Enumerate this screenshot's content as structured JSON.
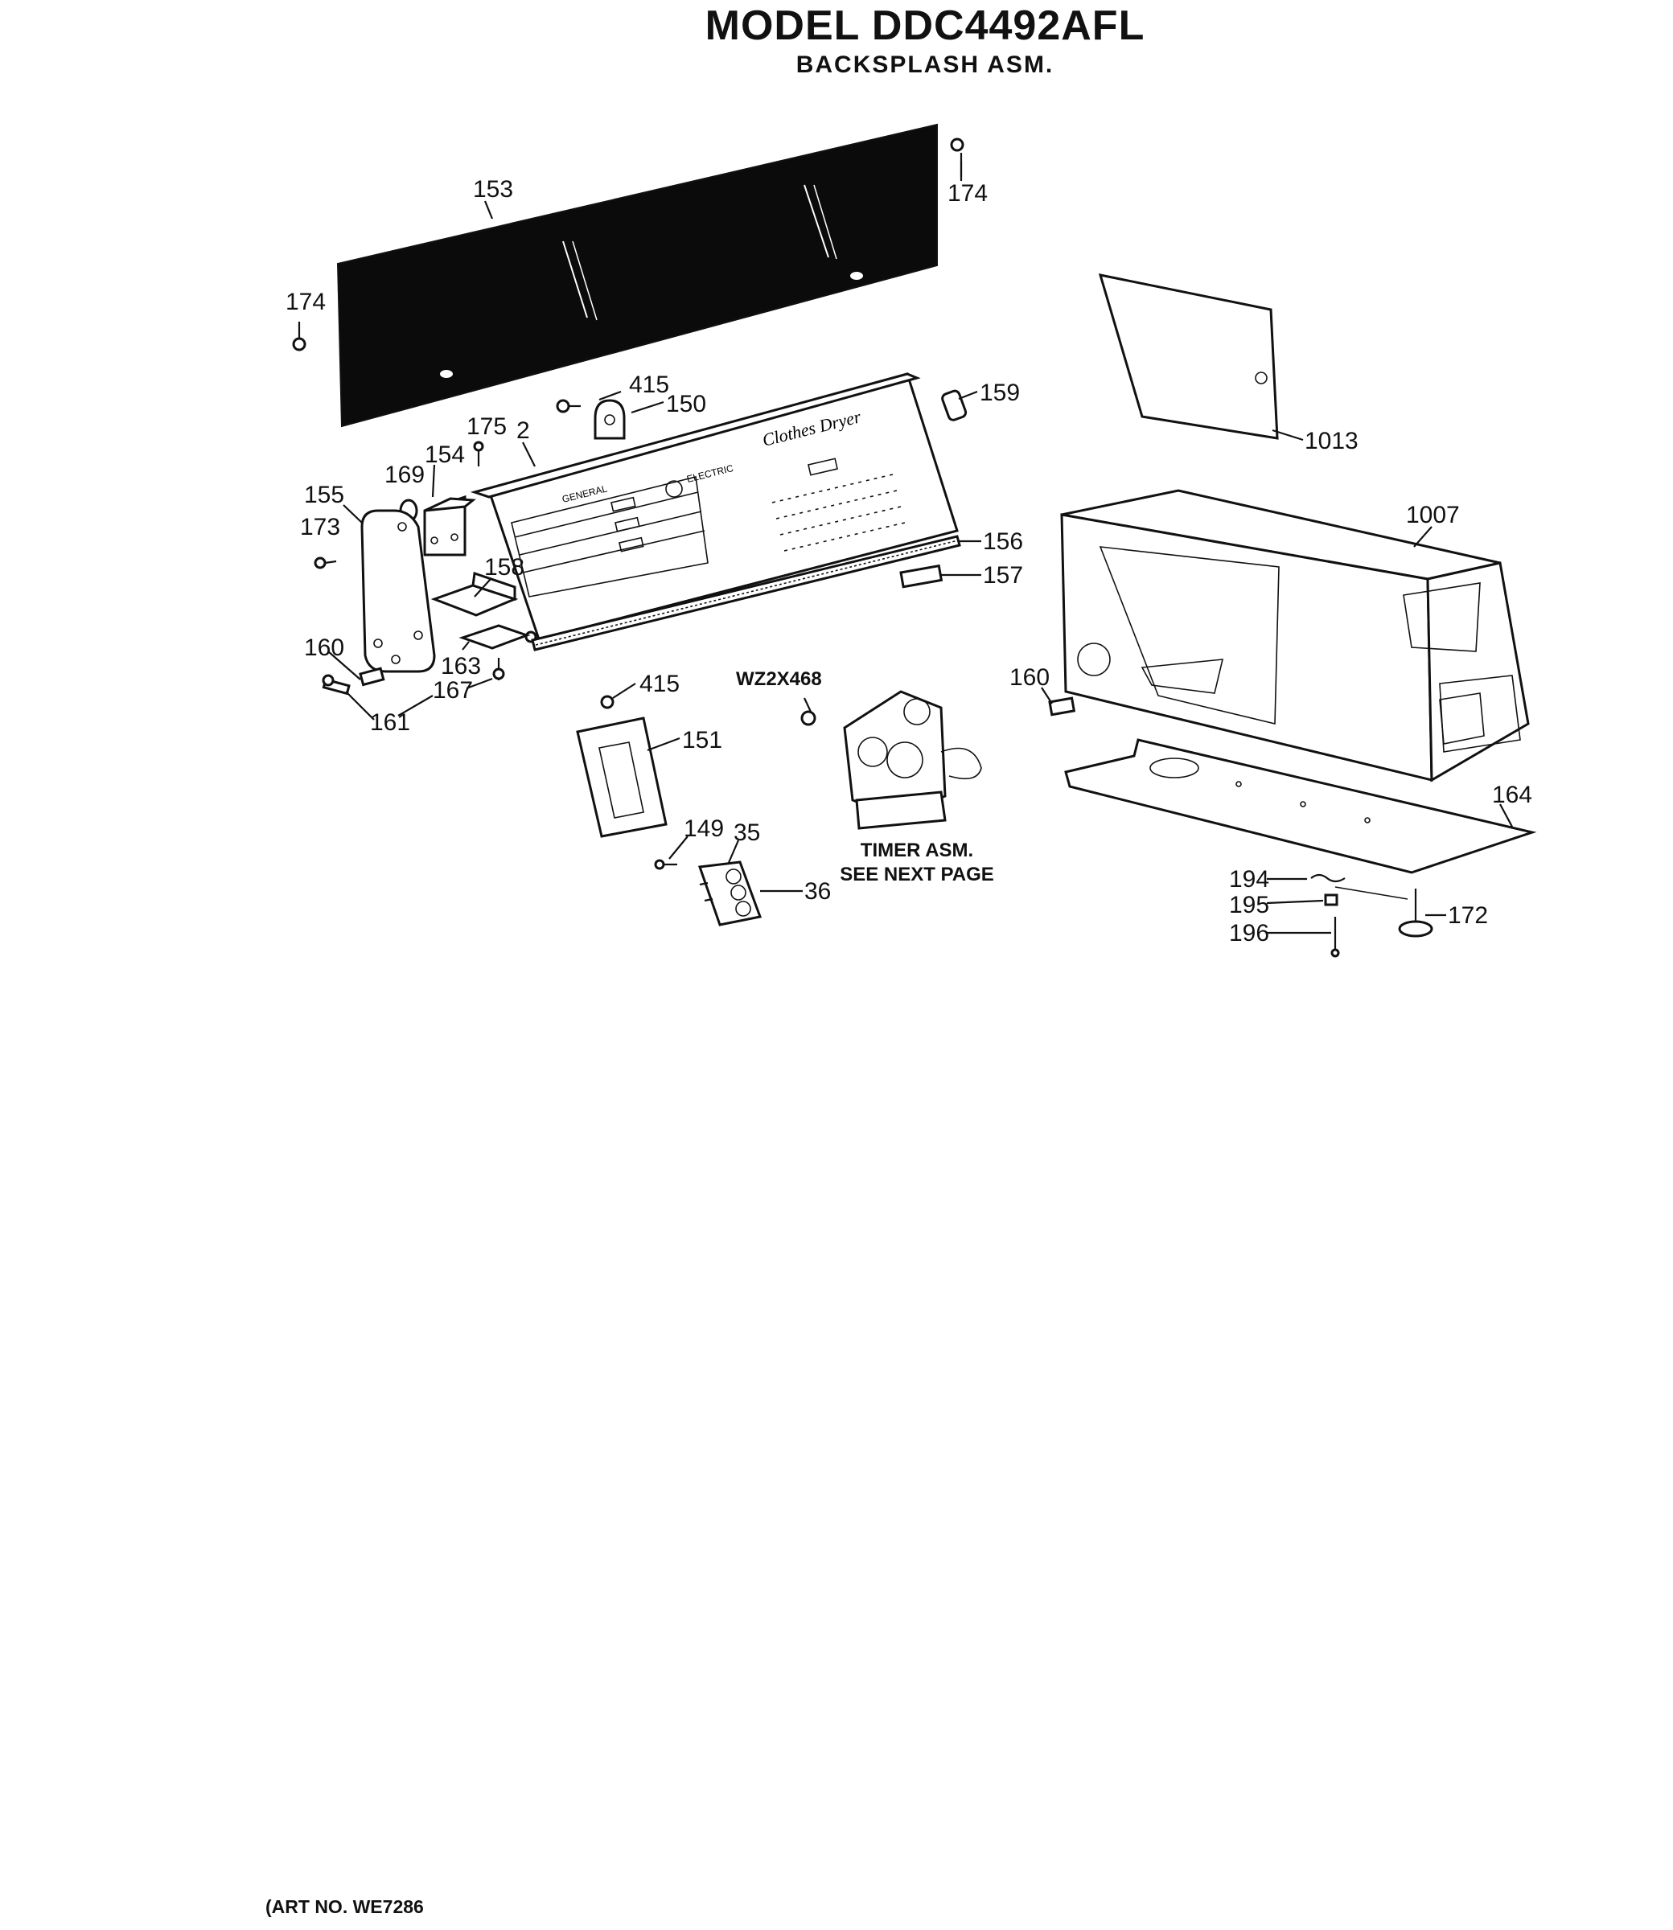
{
  "header": {
    "title": "MODEL DDC4492AFL",
    "subtitle": "BACKSPLASH ASM."
  },
  "footer": {
    "art_no": "(ART NO. WE7286"
  },
  "panel": {
    "brand_left": "GENERAL",
    "brand_right": "ELECTRIC",
    "script_label": "Clothes Dryer"
  },
  "notes": {
    "timer_line1": "TIMER ASM.",
    "timer_line2": "SEE NEXT PAGE",
    "timer_part_no": "WZ2X468"
  },
  "callouts": [
    {
      "id": "c153",
      "label": "153"
    },
    {
      "id": "c174a",
      "label": "174"
    },
    {
      "id": "c174b",
      "label": "174"
    },
    {
      "id": "c415a",
      "label": "415"
    },
    {
      "id": "c150",
      "label": "150"
    },
    {
      "id": "c159",
      "label": "159"
    },
    {
      "id": "c175",
      "label": "175"
    },
    {
      "id": "c2",
      "label": "2"
    },
    {
      "id": "c169",
      "label": "169"
    },
    {
      "id": "c154",
      "label": "154"
    },
    {
      "id": "c155",
      "label": "155"
    },
    {
      "id": "c173",
      "label": "173"
    },
    {
      "id": "c158",
      "label": "158"
    },
    {
      "id": "c160a",
      "label": "160"
    },
    {
      "id": "c163",
      "label": "163"
    },
    {
      "id": "c167",
      "label": "167"
    },
    {
      "id": "c161",
      "label": "161"
    },
    {
      "id": "c415b",
      "label": "415"
    },
    {
      "id": "c151",
      "label": "151"
    },
    {
      "id": "c149",
      "label": "149"
    },
    {
      "id": "c35",
      "label": "35"
    },
    {
      "id": "c36",
      "label": "36"
    },
    {
      "id": "c156",
      "label": "156"
    },
    {
      "id": "c157",
      "label": "157"
    },
    {
      "id": "c1013",
      "label": "1013"
    },
    {
      "id": "c1007",
      "label": "1007"
    },
    {
      "id": "c160b",
      "label": "160"
    },
    {
      "id": "c164",
      "label": "164"
    },
    {
      "id": "c194",
      "label": "194"
    },
    {
      "id": "c195",
      "label": "195"
    },
    {
      "id": "c196",
      "label": "196"
    },
    {
      "id": "c172",
      "label": "172"
    }
  ]
}
